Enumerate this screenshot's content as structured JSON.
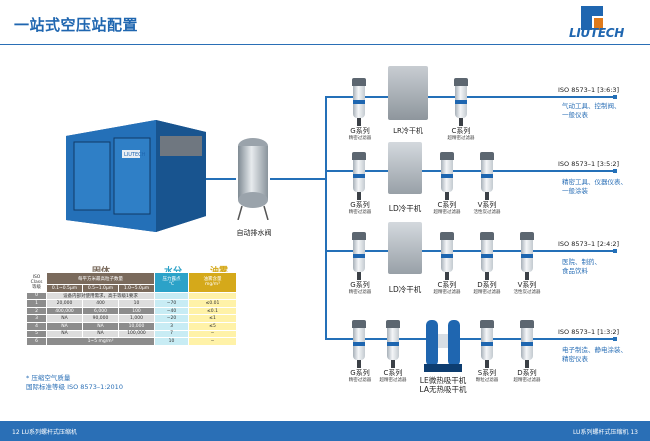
{
  "header": {
    "title": "一站式空压站配置",
    "logo_text": "LIUTECH"
  },
  "tank": {
    "label": "自动排水阀"
  },
  "rows": [
    {
      "iso": "ISO 8573–1 [3:6:3]",
      "applications": "气动工具、控制阀、\n一般仪表",
      "items": [
        {
          "label": "G系列",
          "sub": "精密过滤器"
        },
        {
          "label": "LR冷干机",
          "sub": ""
        },
        {
          "label": "C系列",
          "sub": "超精密过滤器"
        }
      ]
    },
    {
      "iso": "ISO 8573–1 [3:5:2]",
      "applications": "精密工具、仪器仪表、\n一般涂装",
      "items": [
        {
          "label": "G系列",
          "sub": "精密过滤器"
        },
        {
          "label": "LD冷干机",
          "sub": ""
        },
        {
          "label": "C系列",
          "sub": "超精密过滤器"
        },
        {
          "label": "V系列",
          "sub": "活性炭过滤器"
        }
      ]
    },
    {
      "iso": "ISO 8573–1 [2:4:2]",
      "applications": "医院、制药、\n食品饮料",
      "items": [
        {
          "label": "G系列",
          "sub": "精密过滤器"
        },
        {
          "label": "LD冷干机",
          "sub": ""
        },
        {
          "label": "C系列",
          "sub": "超精密过滤器"
        },
        {
          "label": "D系列",
          "sub": "超精密过滤器"
        },
        {
          "label": "V系列",
          "sub": "活性炭过滤器"
        }
      ]
    },
    {
      "iso": "ISO 8573–1 [1:3:2]",
      "applications": "电子制造、静电涂装、\n精密仪表",
      "items": [
        {
          "label": "G系列",
          "sub": "精密过滤器"
        },
        {
          "label": "C系列",
          "sub": "超精密过滤器"
        },
        {
          "label": "LE微热吸干机\nLA无热吸干机",
          "sub": ""
        },
        {
          "label": "S系列",
          "sub": "颗粒过滤器"
        },
        {
          "label": "D系列",
          "sub": "超精密过滤器"
        }
      ]
    }
  ],
  "spec_table": {
    "category_solid": "固体",
    "category_water": "水分",
    "category_oil": "油雾",
    "iso_class_header": "ISO\nClass\n等级",
    "solid_header": "每平方米最高粒子数量",
    "water_header": "压力露点\n°C",
    "oil_header": "油雾含量\nmg/m³",
    "solid_cols": [
      "0.1~0.5μm",
      "0.5~1.0μm",
      "1.0~5.0μm"
    ],
    "note_row": "设备内部对使用需求，高于等级1要求",
    "rows": [
      {
        "cls": "0",
        "a": "",
        "b": "",
        "c": "",
        "w": "",
        "o": ""
      },
      {
        "cls": "1",
        "a": "20,000",
        "b": "400",
        "c": "10",
        "w": "−70",
        "o": "≤0.01"
      },
      {
        "cls": "2",
        "a": "400,000",
        "b": "6,000",
        "c": "100",
        "w": "−40",
        "o": "≤0.1"
      },
      {
        "cls": "3",
        "a": "NA",
        "b": "90,000",
        "c": "1,000",
        "w": "−20",
        "o": "≤1"
      },
      {
        "cls": "4",
        "a": "NA",
        "b": "NA",
        "c": "10,000",
        "w": "3",
        "o": "≤5"
      },
      {
        "cls": "5",
        "a": "NA",
        "b": "NA",
        "c": "100,000",
        "w": "7",
        "o": "−"
      },
      {
        "cls": "6",
        "a": "",
        "b": "1~5 mg/m³",
        "c": "",
        "w": "10",
        "o": "−"
      }
    ]
  },
  "footnote": {
    "line1": "* 压缩空气质量",
    "line2": "国际标准等级 ISO 8573–1:2010"
  },
  "footer": {
    "left": "12  LU系列螺杆式压缩机",
    "right": "LU系列螺杆式压缩机  13"
  },
  "colors": {
    "brand_blue": "#1f66b0",
    "pipe": "#2470b8",
    "solid": "#7a6a5c",
    "water": "#2ca2c8",
    "oil": "#d5a91a"
  }
}
